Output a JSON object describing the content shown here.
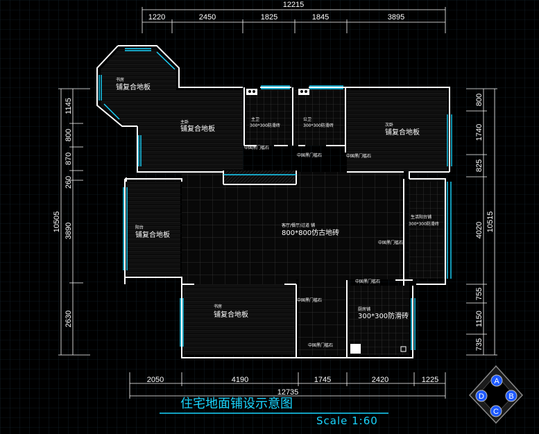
{
  "title": "住宅地面铺设示意图",
  "scale": "Scale 1:60",
  "colors": {
    "background": "#000000",
    "grid": "#1a2c3a",
    "walls": "#ffffff",
    "cyan": "#19d6ff",
    "accent_blue": "#1e5aff"
  },
  "dimensions": {
    "top_total": "12215",
    "top": [
      "1220",
      "2450",
      "1825",
      "1845",
      "3895"
    ],
    "bottom_total": "12735",
    "bottom": [
      "2050",
      "4190",
      "1745",
      "2420",
      "1225"
    ],
    "left_total": "10505",
    "left": [
      "1145",
      "800",
      "870",
      "260",
      "3890",
      "2630"
    ],
    "right_total": "10515",
    "right": [
      "800",
      "1740",
      "825",
      "4020",
      "755",
      "1150",
      "735"
    ]
  },
  "rooms": [
    {
      "name": "书房",
      "material": "铺复合地板"
    },
    {
      "name": "主卧",
      "material": "铺复合地板"
    },
    {
      "name": "主卫",
      "material": "300*300防滑砖"
    },
    {
      "name": "公卫",
      "material": "300*300防滑砖"
    },
    {
      "name": "次卧",
      "material": "铺复合地板"
    },
    {
      "name": "阳台",
      "material": "铺复合地板"
    },
    {
      "name": "客厅/餐厅/过道 铺",
      "material": "800*800仿古地砖"
    },
    {
      "name": "生活阳台铺",
      "material": "300*300防滑砖"
    },
    {
      "name": "书房",
      "material": "铺复合地板"
    },
    {
      "name": "厨房铺",
      "material": "300*300防滑砖"
    }
  ],
  "thresholds": [
    "中国黑门槛石",
    "中国黑门槛石",
    "中国黑门槛石",
    "中国黑门槛石",
    "中国黑门槛石",
    "中国黑门槛石",
    "中国黑门槛石"
  ],
  "nav": {
    "a": "A",
    "b": "B",
    "c": "C",
    "d": "D"
  }
}
